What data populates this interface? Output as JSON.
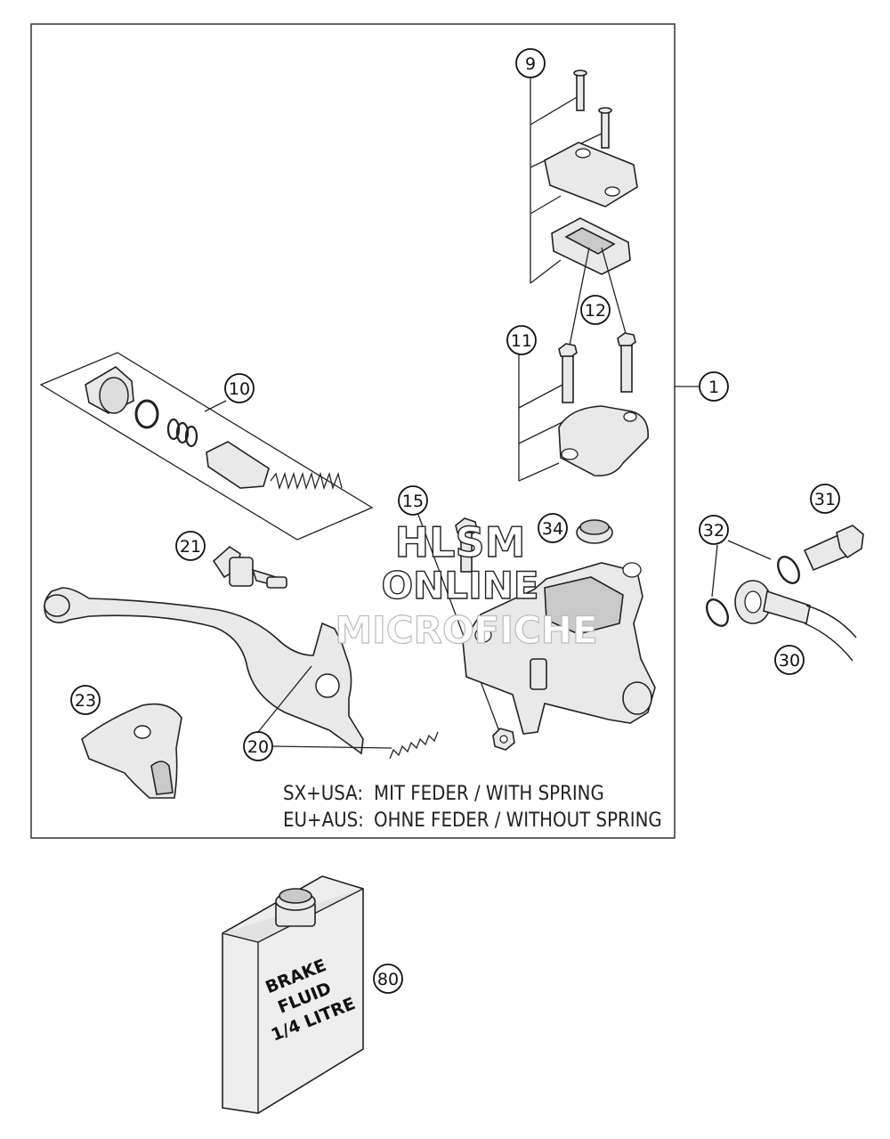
{
  "callouts": {
    "c1": "1",
    "c9": "9",
    "c10": "10",
    "c11": "11",
    "c12": "12",
    "c15": "15",
    "c20": "20",
    "c21": "21",
    "c23": "23",
    "c30": "30",
    "c31": "31",
    "c32": "32",
    "c34": "34",
    "c80": "80"
  },
  "notes": {
    "line1_prefix": "SX+USA:",
    "line1_text": "MIT FEDER / WITH SPRING",
    "line2_prefix": "EU+AUS:",
    "line2_text": "OHNE FEDER / WITHOUT SPRING"
  },
  "watermark": {
    "line1": "HLSM",
    "line2": "ONLINE",
    "line3": "MICROFICHE"
  },
  "bottle_label": {
    "line1": "BRAKE",
    "line2": "FLUID",
    "line3": "1/4 LITRE"
  }
}
